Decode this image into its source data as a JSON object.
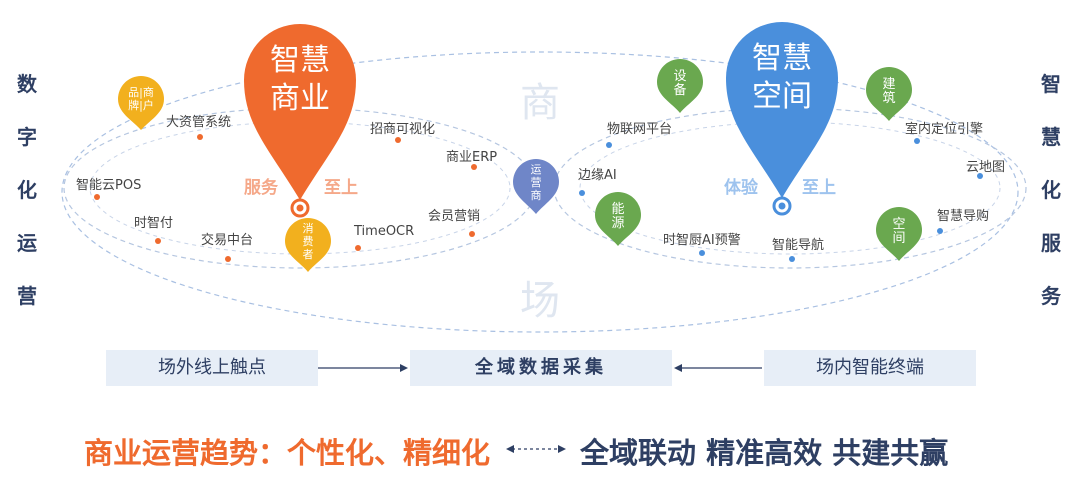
{
  "left_side": {
    "text": "数\n字\n化\n运\n营"
  },
  "right_side": {
    "text": "智\n慧\n化\n服\n务"
  },
  "watermark": {
    "top": "商",
    "bottom": "场"
  },
  "left_pin": {
    "title": "智慧\n商业",
    "tag1": "服务",
    "tag2": "至上",
    "color": "#ef6a2e"
  },
  "right_pin": {
    "title": "智慧\n空间",
    "tag1": "体验",
    "tag2": "至上",
    "color": "#4a8fdc"
  },
  "small_pins": {
    "brand": "品|商\n牌|户",
    "consumer": "消\n费\n者",
    "operator": "运\n营\n商",
    "device": "设\n备",
    "energy": "能\n源",
    "building": "建\n筑",
    "space": "空\n间"
  },
  "left_labels": [
    "大资管系统",
    "招商可视化",
    "商业ERP",
    "智能云POS",
    "时智付",
    "交易中台",
    "TimeOCR",
    "会员营销"
  ],
  "right_labels": [
    "物联网平台",
    "室内定位引擎",
    "边缘AI",
    "云地图",
    "时智厨AI预警",
    "智能导航",
    "智慧导购"
  ],
  "boxes": {
    "left": "场外线上触点",
    "center": "全域数据采集",
    "right": "场内智能终端"
  },
  "slogan": {
    "left": "商业运营趋势：个性化、精细化",
    "right": "全域联动 精准高效 共建共赢"
  },
  "colors": {
    "orange": "#ef6a2e",
    "blue": "#4a8fdc",
    "navy": "#2e3f63",
    "yellow": "#f2b01e",
    "green": "#6aa84f",
    "purple": "#6f86c8"
  }
}
